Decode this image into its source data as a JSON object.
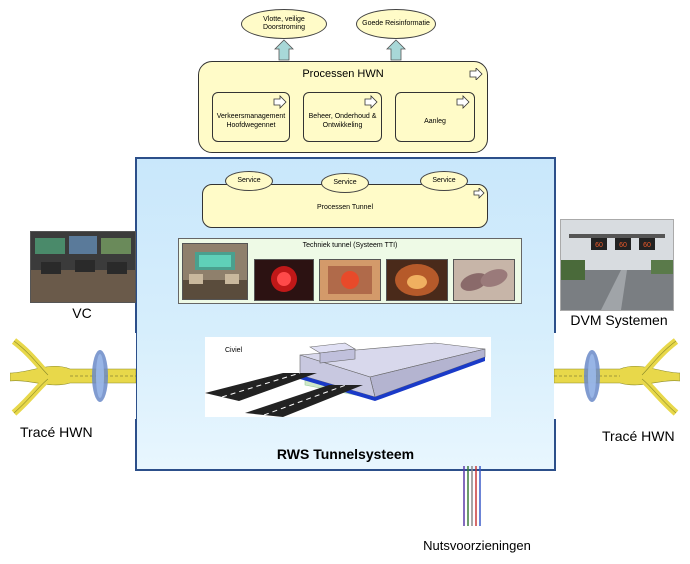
{
  "outcomes": [
    "Vlotte, veilige Doorstroming",
    "Goede Reisinformatie"
  ],
  "processen_hwn": {
    "title": "Processen HWN",
    "items": [
      "Verkeersmanagement Hoofdwegennet",
      "Beheer, Onderhoud & Ontwikkeling",
      "Aanleg"
    ]
  },
  "tunnel": {
    "services": [
      "Service",
      "Service",
      "Service"
    ],
    "processen_label": "Processen Tunnel",
    "techniek_label": "Techniek tunnel (Systeem TTI)",
    "civiel_label": "Civiel",
    "system_title": "RWS Tunnelsysteem"
  },
  "external": {
    "vc": "VC",
    "dvm": "DVM Systemen",
    "trace_left": "Tracé HWN",
    "trace_right": "Tracé HWN",
    "nuts": "Nutsvoorzieningen"
  },
  "colors": {
    "box_fill": "#fffbc8",
    "system_fill": "#c9e7fb",
    "system_border": "#2c4f8a",
    "road_yellow": "#e8d84a"
  }
}
